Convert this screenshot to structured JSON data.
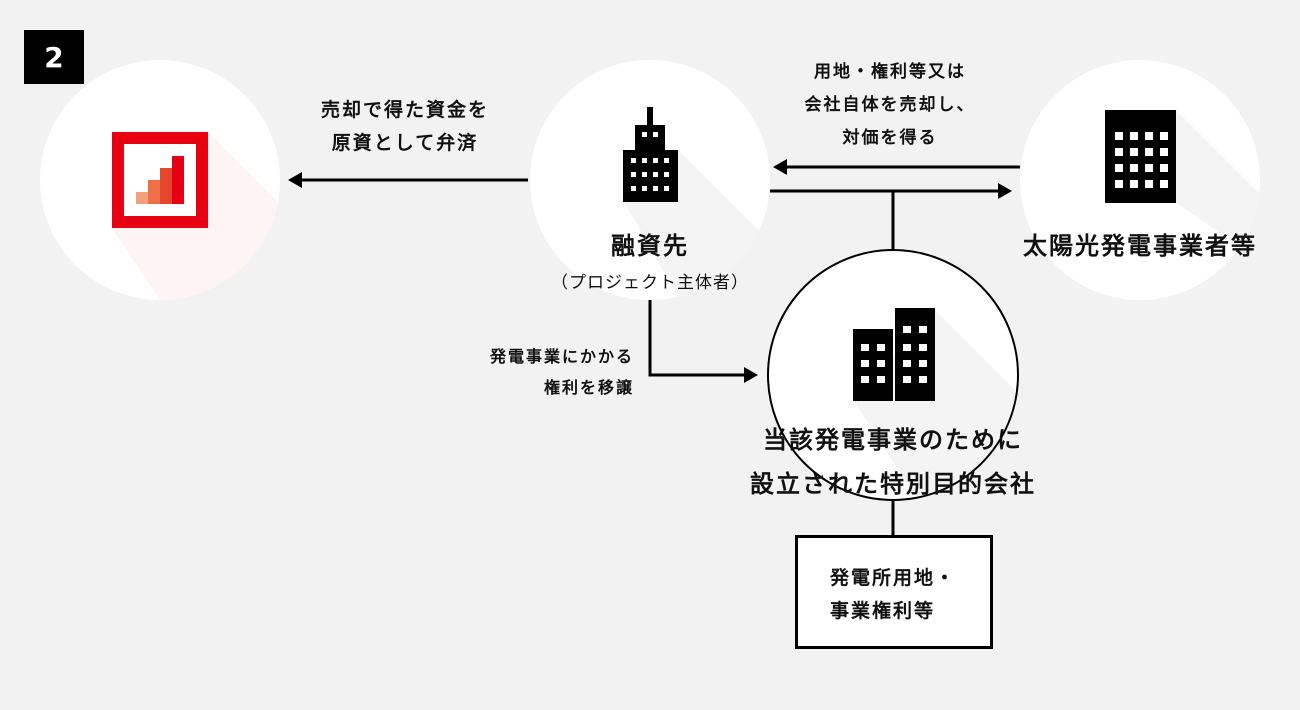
{
  "badge": "2",
  "lender": {
    "icon": "bank-logo-icon"
  },
  "borrower": {
    "label": "融資先",
    "sub": "（プロジェクト主体者）"
  },
  "solar": {
    "label": "太陽光発電事業者等"
  },
  "spc": {
    "line1": "当該発電事業のために",
    "line2": "設立された特別目的会社"
  },
  "assets": {
    "line1": "発電所用地・",
    "line2": "事業権利等"
  },
  "arrows": {
    "repay": {
      "line1": "売却で得た資金を",
      "line2": "原資として弁済"
    },
    "sale": {
      "line1": "用地・権利等又は",
      "line2": "会社自体を売却し、",
      "line3": "対価を得る"
    },
    "transfer": {
      "line1": "発電事業にかかる",
      "line2": "権利を移譲"
    }
  },
  "colors": {
    "logo_red": "#e60012",
    "bar1": "#f2a07a",
    "bar2": "#ee6e45",
    "bar3": "#e5452c"
  }
}
